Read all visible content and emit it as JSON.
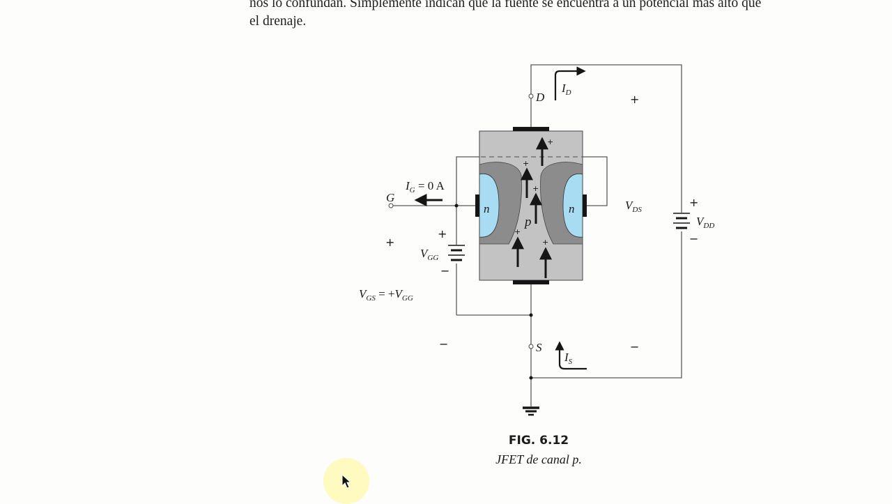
{
  "text": {
    "line1": "nos lo confundan. Simplemente indican que la fuente se encuentra a un potencial más alto que",
    "line2": "el drenaje."
  },
  "figure": {
    "number": "FIG. 6.12",
    "caption": "JFET de canal p."
  },
  "labels": {
    "drain": "D",
    "source": "S",
    "gate": "G",
    "id_main": "I",
    "id_sub": "D",
    "is_main": "I",
    "is_sub": "S",
    "ig_main": "I",
    "ig_sub": "G",
    "ig_value": " = 0 A",
    "vds_main": "V",
    "vds_sub": "DS",
    "vdd_main": "V",
    "vdd_sub": "DD",
    "vgg_main": "V",
    "vgg_sub": "GG",
    "vgs_main": "V",
    "vgs_sub": "GS",
    "vgs_eq": " = +",
    "vgs_rhs_main": "V",
    "vgs_rhs_sub": "GG",
    "n_left": "n",
    "n_right": "n",
    "p_channel": "p",
    "plus": "+",
    "minus": "−"
  },
  "colors": {
    "wire": "#5a5a5a",
    "device_body": "#c3c3c3",
    "depletion": "#8c8c8c",
    "n_region": "#a8dcf3",
    "terminal": "#151515",
    "cursor_halo": "#fff6b0"
  }
}
